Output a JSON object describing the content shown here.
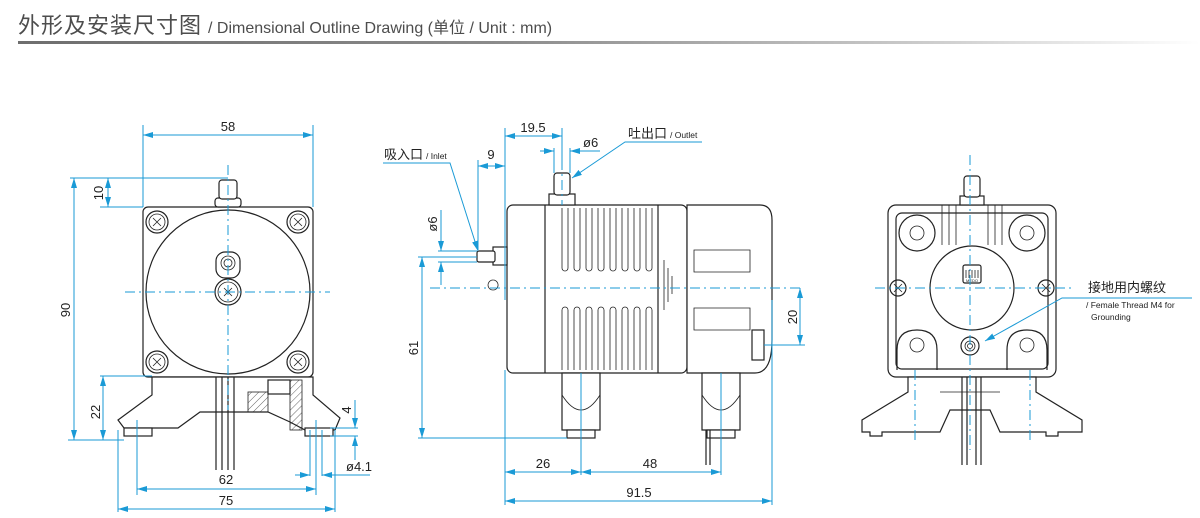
{
  "header": {
    "title_cn": "外形及安装尺寸图",
    "title_en": "/ Dimensional Outline Drawing (单位 / Unit : mm)"
  },
  "front_view": {
    "dims": {
      "width": "58",
      "nozzle_height": "10",
      "total_height": "90",
      "base_height": "22",
      "foot_thickness": "4",
      "hole_dia": "ø4.1",
      "hole_pitch": "62",
      "base_width": "75"
    }
  },
  "side_view": {
    "inlet_label_cn": "吸入口",
    "inlet_label_en": "/ Inlet",
    "outlet_label_cn": "吐出口",
    "outlet_label_en": "/ Outlet",
    "dims": {
      "outlet_offset": "19.5",
      "outlet_dia": "ø6",
      "inlet_offset": "9",
      "inlet_dia": "ø6",
      "inlet_height": "61",
      "ground_height": "20",
      "foot_offset": "26",
      "foot_pitch": "48",
      "total_length": "91.5"
    }
  },
  "rear_view": {
    "ground_label_cn": "接地用内螺纹",
    "ground_label_en_1": "/ Female Thread M4 for",
    "ground_label_en_2": "Grounding",
    "logo_text": "MEDO"
  },
  "colors": {
    "dimension": "#1a9ad6",
    "outline": "#222222",
    "header_text": "#4d4d4d"
  }
}
